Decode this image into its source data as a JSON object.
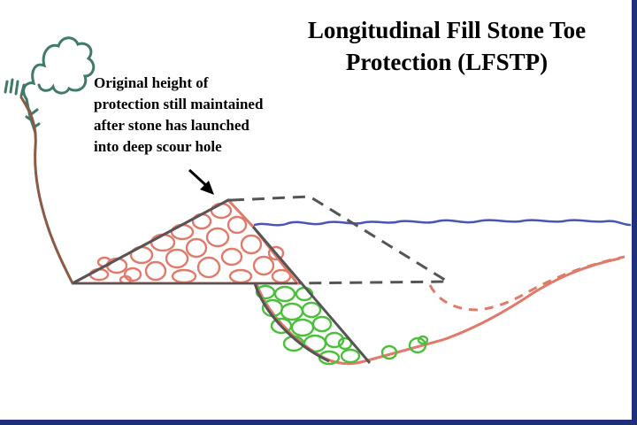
{
  "title": {
    "line1": "Longitudinal Fill Stone Toe",
    "line2": "Protection (LFSTP)"
  },
  "annotation": {
    "lines": [
      "Original height of",
      "protection still maintained",
      "after stone has launched",
      "into deep scour hole"
    ]
  },
  "colors": {
    "stone": "#e07a6a",
    "launched_stone": "#4cbf3c",
    "water": "#4a54b8",
    "bank": "#8b5a45",
    "tree": "#3f7a6a",
    "dashed_outline": "#555555",
    "frame": "#1f2f7a"
  }
}
